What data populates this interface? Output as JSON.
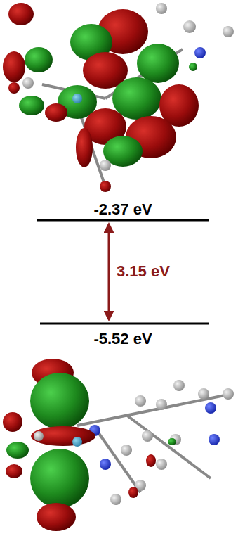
{
  "diagram": {
    "labels": [
      "-2.37 eV",
      "3.15 eV",
      "-5.52 eV"
    ]
  }
}
